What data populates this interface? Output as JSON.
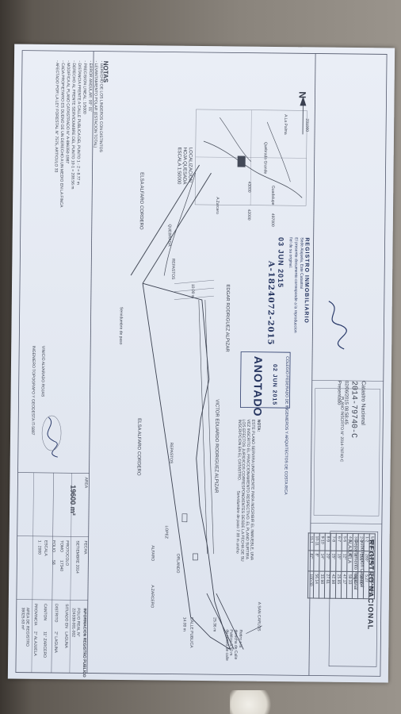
{
  "registry": {
    "stamp_title": "REGISTRO INMOBILIARIO",
    "stamp_line1": "Sede Alajuela, Este Catastral",
    "stamp_line2": "El presente documento corresponde a la reproduccion",
    "stamp_line3": "fiel de su original.",
    "stamp_date": "03 JUN 2015",
    "handwritten_number": "A-1824072-2015",
    "catastro_label": "Catastro Nacional",
    "catastro_number": "2014-79740-C",
    "catastro_date": "02/06/2015 08:58:45",
    "catastro_sub": "Presentado",
    "anotado": "ANOTADO",
    "anotado_date": "02 JUN 2015",
    "anotado_header": "COLEGIO FEDERADO DE INGENIEROS Y ARQUITECTOS DE COSTA RICA",
    "registro_logo": "REGISTRO NACIONAL",
    "registro_sub": "Subdireccion Catastral",
    "registro_dept": "Departamento Regional",
    "registro_office": "ALAJUELA",
    "plano_label": "PLANO INSCRITO N° 2014-79740-C"
  },
  "bearing_table": {
    "headers": [
      "LINEA",
      "AZIMUT",
      "DISTANCIA"
    ],
    "rows": [
      [
        "1-2",
        "283°",
        "5.27"
      ],
      [
        "2-3",
        "291°",
        "30.00"
      ],
      [
        "3-4",
        "1°",
        "88.11"
      ],
      [
        "4-5",
        "6°",
        "59.33"
      ],
      [
        "5-6",
        "12°",
        "47.17"
      ],
      [
        "6-7",
        "15°",
        "25.85"
      ],
      [
        "7-8",
        "25°",
        "42.98"
      ],
      [
        "8-9",
        "20°",
        "27.61"
      ],
      [
        "9-10",
        "14°",
        "33.98"
      ],
      [
        "10-11",
        "8°",
        "56.14"
      ],
      [
        "11-1",
        "87°",
        "100.00"
      ]
    ]
  },
  "map_labels": {
    "north": "N",
    "location": "LOCALIZACION",
    "hoja": "HOJA QUESADA",
    "escala_loc": "ESCALA 1:50000",
    "coord1": "231000",
    "coord2": "43000",
    "coord3": "42000",
    "coord4": "497000",
    "town1": "A La Palma",
    "town2": "Quebrada Grande",
    "town3": "A Zarcero",
    "town4": "Guadalupe",
    "quebrada": "QUEBRADA",
    "repastos1": "REPASTOS",
    "repastos2": "REPASTOS",
    "owner1": "EDGAR RODRIGUEZ ALPIZAR",
    "owner2": "ELSA ALFARO CORDERO",
    "owner3": "ELSA ALFARO CORDERO",
    "owner4": "VICTOR EDUARDO RODRIGUEZ ALPIZAR",
    "servidumbre1": "Servidumbre de paso",
    "servidumbre2": "Servidumbre de paso 7.00 m ancho",
    "calle": "CALLE PUBLICA",
    "calle_width": "14.00 m",
    "a_san_carlos": "A SAN CARLOS",
    "a_zarcero": "A ZARCERO",
    "alfaro": "ALFARO",
    "orlando": "ORLANDO",
    "lopez": "LOPEZ",
    "nota_title": "NOTA:",
    "nota_text": "ESTE PLANO SERVIRA UNICAMENTE PARA INSCRIBIR EL INMUEBLE, UNA VEZ INSCRITO EL FRACCIONAMIENTO RESPECTIVO. EL PLANO SURTIRA LOS EFECTOS JURIDICOS CORRESPONDIENTES DESDE LA FECHA DE SU INSCRIPCION EN EL CATASTRO.",
    "dist1": "10.00 m",
    "dist2": "25.36 m",
    "right_note": "Retiro a la derecha de Calle Publica 5.50 m de centro de calle"
  },
  "notes": {
    "title": "NOTAS",
    "lines": [
      "- DERECHO DE LOS LINDEROS CON DISTINTOS",
      "- LEVANTAMIENTO POLAR (ESTACION TOTAL)",
      "- ERROR ANGULAR: 00° 01'",
      "- PRECISION LINEAL: 1/5000",
      "- DISTANCIA FRENTE A CALLE PUBLICA DEL PUNTO 1 - 2 = 8.77 m",
      "- DERECHO AL FRENTE SERVIDUMBRE DEL PUNTO 10-1 = 208.56 m",
      "- MODIFICA AL PLANO CATASTRADO N° A-896350-1987",
      "- CADA PROPIETARIO ES DUENO DE UN DERECHO A UN MEDIO EN LA FINCA",
      "- AFECTADO POR LA LEY FORESTAL N° 7575, ARTICULO 33"
    ]
  },
  "title_block": {
    "area_label": "AREA",
    "area_value": "19600 m²",
    "fecha_label": "FECHA",
    "fecha_value": "SETIEMBRE 2014",
    "protocolo_label": "PROTOCOLO",
    "tomo_label": "TOMO",
    "tomo_value": "17340",
    "folio_label": "FOLIO",
    "folio_value": "58",
    "escala_label": "ESCALA",
    "escala_value": "1 : 2000",
    "situado_label": "SITUADO EN",
    "situado_value": "LAGUNA",
    "distrito_label": "DISTRITO",
    "distrito_value": "2° LAGUNA",
    "canton_label": "CANTON",
    "canton_value": "11° ZARCERO",
    "provincia_label": "PROVINCIA",
    "provincia_value": "2° ALAJUELA",
    "info_title": "INFORMACION REGISTRO PUBLICO",
    "finca_label": "FOLIO REAL N°",
    "finca_value": "224338-001-002",
    "area_reg_label": "AREA DE REGISTRO",
    "area_reg_value": "39325.63 m²",
    "engineer_name": "VINICIO ALVARADO ROJAS",
    "engineer_title": "INGENIERO TOPOGRAFO Y GEODESTA IT-5887"
  },
  "colors": {
    "paper": "#e6ebf3",
    "ink": "#4a505c",
    "stamp_ink": "#2a3a6a"
  }
}
